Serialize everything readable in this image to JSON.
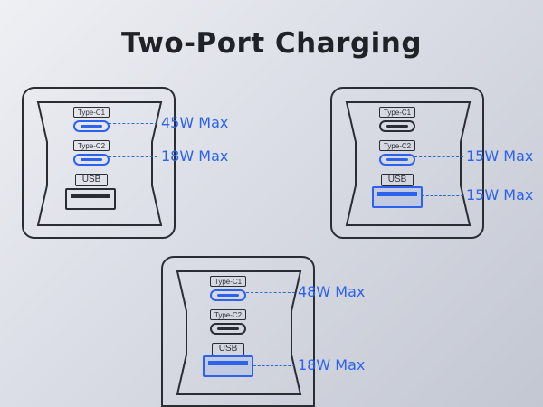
{
  "title": "Two-Port Charging",
  "labels": {
    "c1": "Type-C1",
    "c2": "Type-C2",
    "usb": "USB"
  },
  "configs": [
    {
      "active_ports": [
        "Type-C1",
        "Type-C2"
      ],
      "outputs": [
        "45W Max",
        "18W Max"
      ]
    },
    {
      "active_ports": [
        "Type-C2",
        "USB"
      ],
      "outputs": [
        "15W Max",
        "15W Max"
      ]
    },
    {
      "active_ports": [
        "Type-C1",
        "USB"
      ],
      "outputs": [
        "48W Max",
        "18W Max"
      ]
    }
  ],
  "colors": {
    "accent": "#2c62ee",
    "outline": "#2a2d33",
    "title": "#1f2227"
  }
}
